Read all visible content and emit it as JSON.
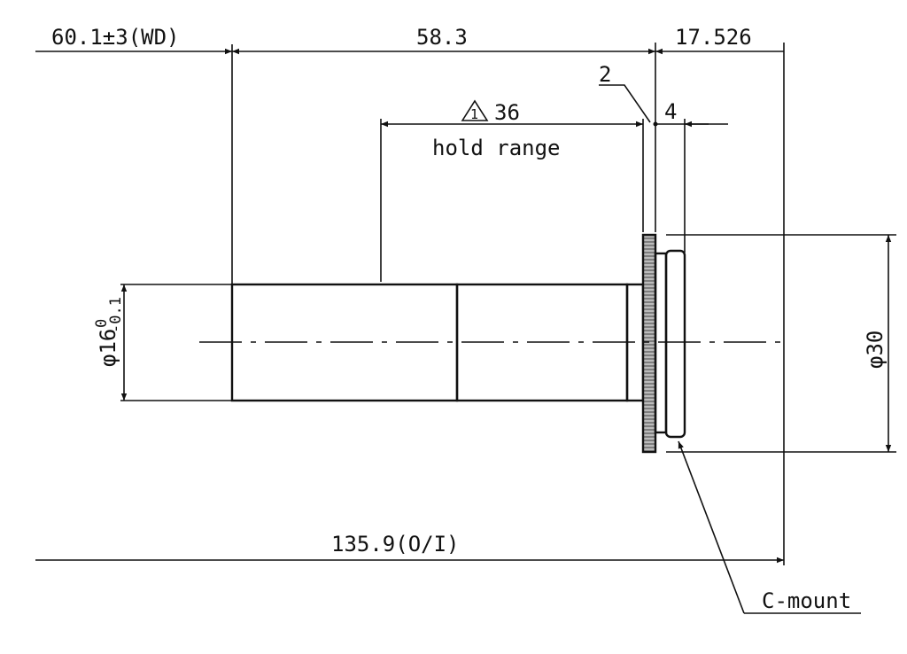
{
  "dimensions": {
    "working_distance": "60.1±3(WD)",
    "length_a": "58.3",
    "flange_back": "17.526",
    "hold_range_value": "36",
    "hold_range_note": "1",
    "hold_range_label": "hold range",
    "dim_2": "2",
    "dim_4": "4",
    "diameter_body": "φ16",
    "diameter_body_tol_upper": "0",
    "diameter_body_tol_lower": "-0.1",
    "diameter_mount": "φ30",
    "total_length": "135.9(O/I)"
  },
  "labels": {
    "mount": "C-mount"
  },
  "colors": {
    "line": "#111111",
    "background": "#ffffff"
  }
}
